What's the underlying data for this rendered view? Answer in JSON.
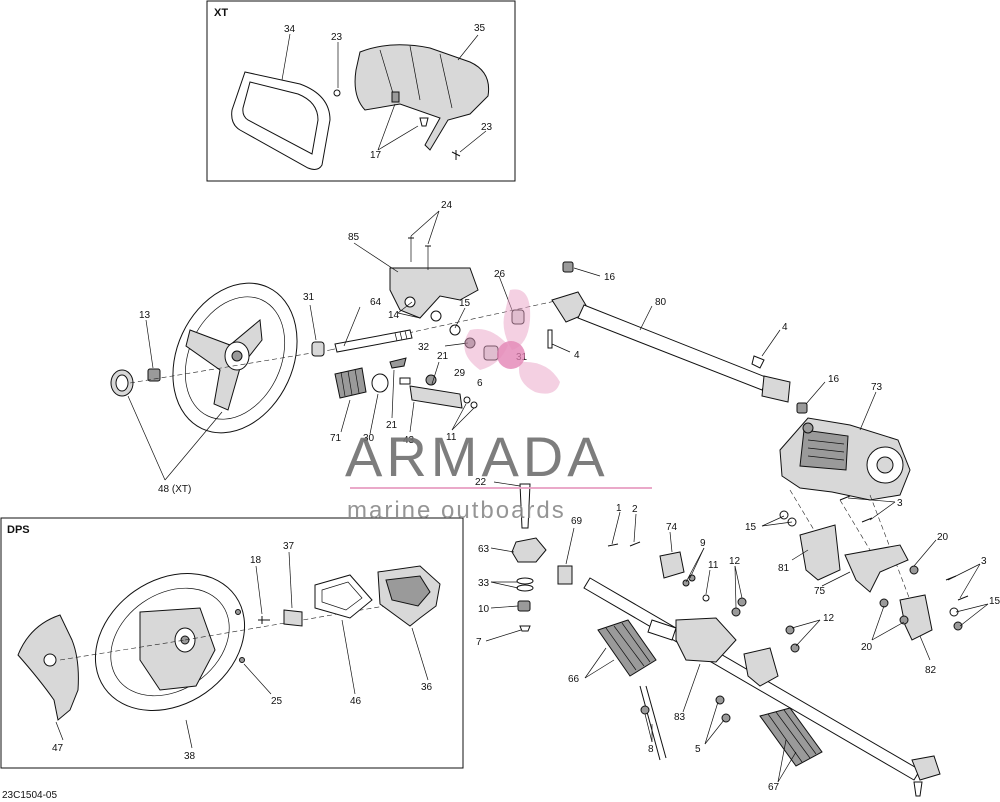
{
  "diagram": {
    "code": "23C1504-05",
    "box_xt_title": "XT",
    "box_dps_title": "DPS"
  },
  "watermark": {
    "brand": "ARMADA",
    "tagline": "marine outboards",
    "accent_color": "#e8a0c4"
  },
  "callouts": {
    "c34": "34",
    "c23a": "23",
    "c35": "35",
    "c23b": "23",
    "c17": "17",
    "c24": "24",
    "c85": "85",
    "c16a": "16",
    "c80": "80",
    "c26": "26",
    "c31a": "31",
    "c64": "64",
    "c14": "14",
    "c15a": "15",
    "c13": "13",
    "c32": "32",
    "c21a": "21",
    "c31b": "31",
    "c29": "29",
    "c6": "6",
    "c4a": "4",
    "c4b": "4",
    "c16b": "16",
    "c73": "73",
    "c71": "71",
    "c30": "30",
    "c21b": "21",
    "c43": "43",
    "c11": "11",
    "c48": "48 (XT)",
    "c22": "22",
    "c3a": "3",
    "c15b": "15",
    "c20a": "20",
    "c69": "69",
    "c1": "1",
    "c2": "2",
    "c74": "74",
    "c9": "9",
    "c63": "63",
    "c81": "81",
    "c75": "75",
    "c11b": "11",
    "c12a": "12",
    "c3b": "3",
    "c33": "33",
    "c10": "10",
    "c7": "7",
    "c15c": "15",
    "c12b": "12",
    "c20b": "20",
    "c82": "82",
    "c66": "66",
    "c83": "83",
    "c8": "8",
    "c5": "5",
    "c67": "67",
    "c18": "18",
    "c37": "37",
    "c25": "25",
    "c46": "46",
    "c36": "36",
    "c47": "47",
    "c38": "38"
  }
}
